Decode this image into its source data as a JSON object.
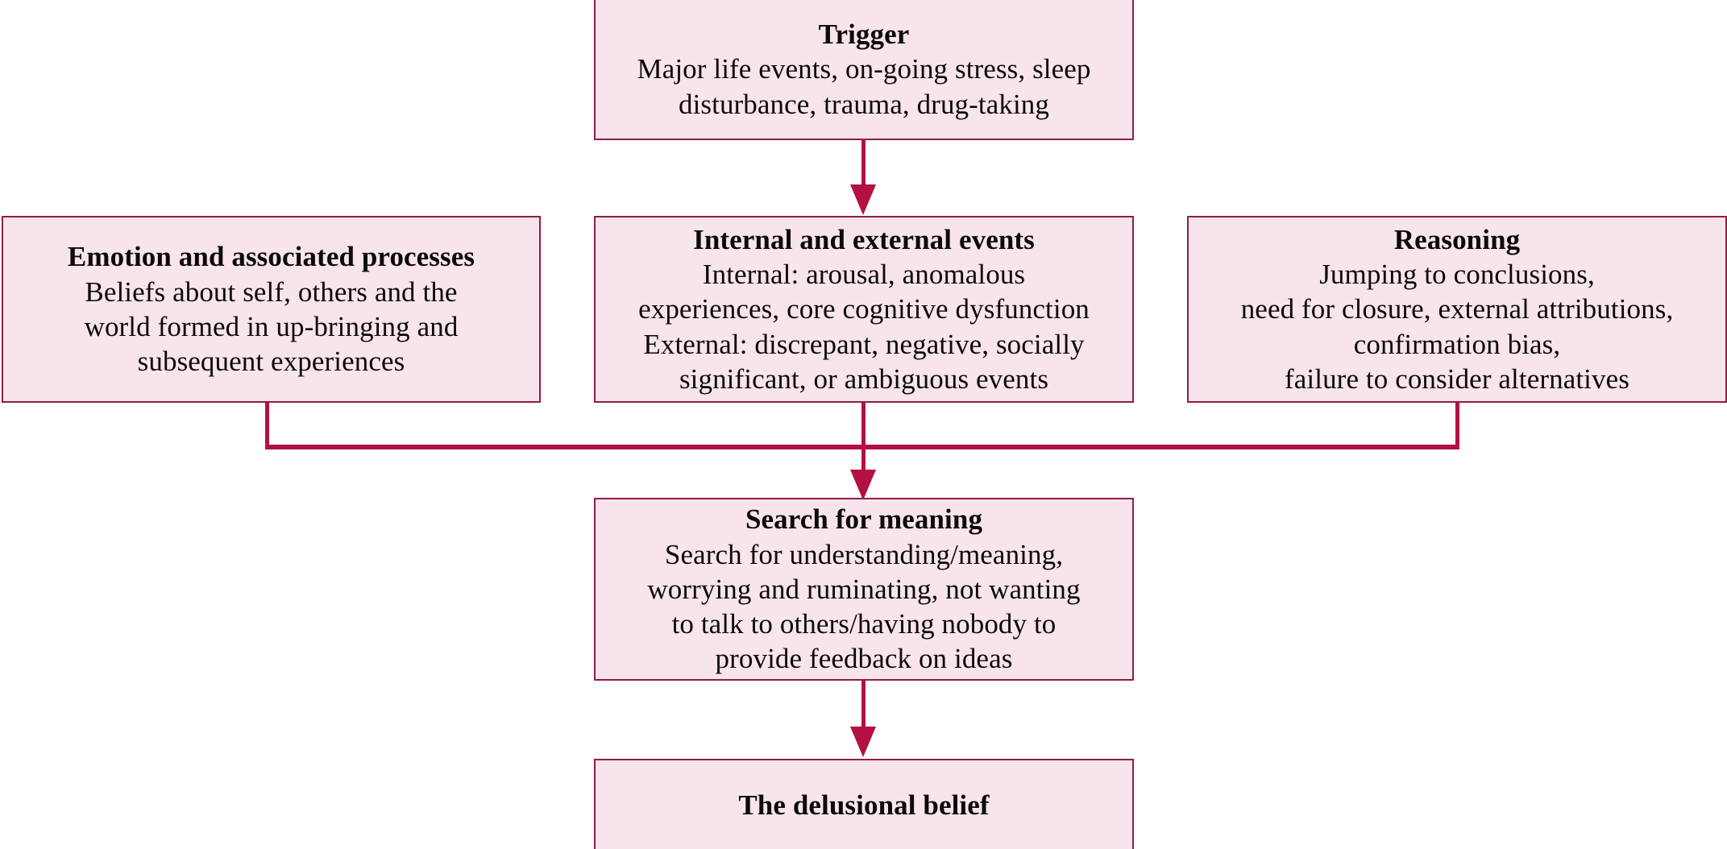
{
  "diagram": {
    "type": "flowchart",
    "colors": {
      "node_fill": "#f8e4ec",
      "node_border": "#8f1d4a",
      "connector": "#b31142",
      "text": "#0b0b0b",
      "background": "#ffffff"
    },
    "nodes": {
      "trigger": {
        "title": "Trigger",
        "lines": [
          "Major life events, on-going stress, sleep",
          "disturbance, trauma, drug-taking"
        ]
      },
      "emotion": {
        "title": "Emotion and associated processes",
        "lines": [
          "Beliefs about self, others and the",
          "world formed in up-bringing and",
          "subsequent experiences"
        ]
      },
      "events": {
        "title": "Internal and external events",
        "lines": [
          "Internal: arousal, anomalous",
          "experiences, core cognitive dysfunction",
          "External: discrepant, negative, socially",
          "significant, or ambiguous events"
        ]
      },
      "reasoning": {
        "title": "Reasoning",
        "lines": [
          "Jumping to conclusions,",
          "need for closure, external attributions,",
          "confirmation bias,",
          "failure to consider alternatives"
        ]
      },
      "search": {
        "title": "Search for meaning",
        "lines": [
          "Search for understanding/meaning,",
          "worrying and ruminating, not wanting",
          "to talk to others/having nobody to",
          "provide feedback on ideas"
        ]
      },
      "belief": {
        "title": "The delusional belief",
        "lines": []
      }
    },
    "edges": [
      {
        "from": "trigger",
        "to": "events",
        "style": "straight-arrow"
      },
      {
        "from": "emotion",
        "to": "search",
        "style": "elbow-merge-arrow"
      },
      {
        "from": "events",
        "to": "search",
        "style": "straight-arrow"
      },
      {
        "from": "reasoning",
        "to": "search",
        "style": "elbow-merge-arrow"
      },
      {
        "from": "search",
        "to": "belief",
        "style": "straight-arrow"
      }
    ]
  }
}
